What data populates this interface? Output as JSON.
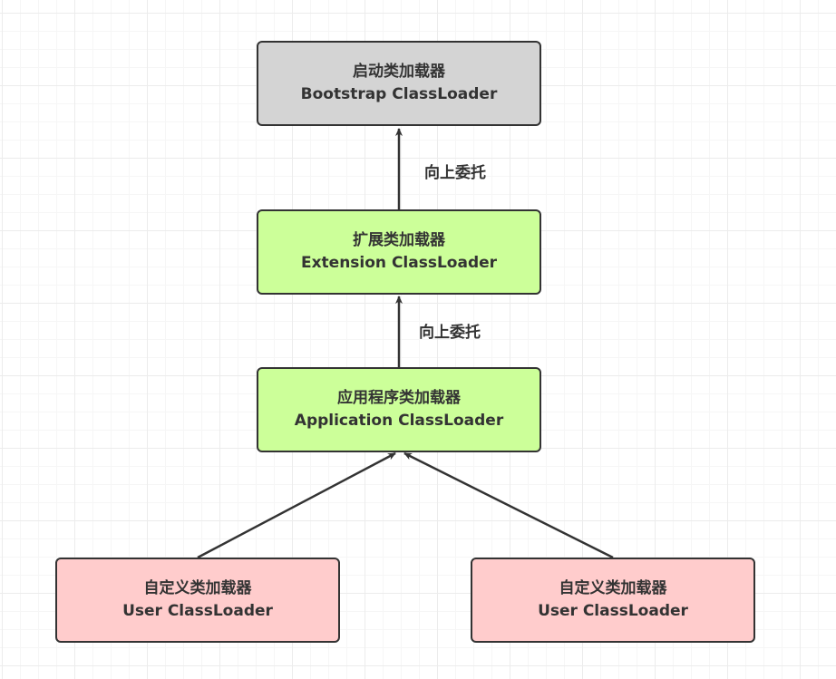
{
  "colors": {
    "bootstrap_fill": "#d4d4d4",
    "green_fill": "#ccff99",
    "user_fill": "#ffcccc",
    "stroke": "#333333"
  },
  "nodes": {
    "bootstrap": {
      "title": "启动类加载器",
      "subtitle": "Bootstrap ClassLoader"
    },
    "extension": {
      "title": "扩展类加载器",
      "subtitle": "Extension ClassLoader"
    },
    "application": {
      "title": "应用程序类加载器",
      "subtitle": "Application ClassLoader"
    },
    "user_left": {
      "title": "自定义类加载器",
      "subtitle": "User ClassLoader"
    },
    "user_right": {
      "title": "自定义类加载器",
      "subtitle": "User ClassLoader"
    }
  },
  "edge_labels": {
    "ext_to_boot": "向上委托",
    "app_to_ext": "向上委托"
  }
}
